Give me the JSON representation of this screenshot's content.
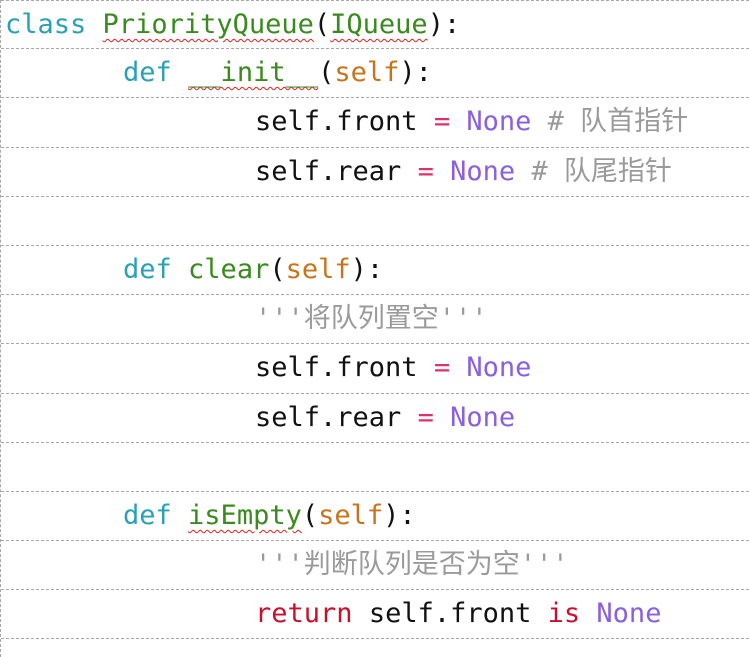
{
  "code": {
    "l1": {
      "kw": "class",
      "name": "PriorityQueue",
      "open": "(",
      "base": "IQueue",
      "close": "):"
    },
    "l2": {
      "kw": "def",
      "name": "__init__",
      "open": "(",
      "param": "self",
      "close": "):"
    },
    "l3": {
      "target": "self.front",
      "op": "=",
      "value": "None",
      "comment": "# 队首指针"
    },
    "l4": {
      "target": "self.rear",
      "op": "=",
      "value": "None",
      "comment": "# 队尾指针"
    },
    "l6": {
      "kw": "def",
      "name": "clear",
      "open": "(",
      "param": "self",
      "close": "):"
    },
    "l7": {
      "doc": "'''将队列置空'''"
    },
    "l8": {
      "target": "self.front",
      "op": "=",
      "value": "None"
    },
    "l9": {
      "target": "self.rear",
      "op": "=",
      "value": "None"
    },
    "l11": {
      "kw": "def",
      "name": "isEmpty",
      "open": "(",
      "param": "self",
      "close": "):"
    },
    "l12": {
      "doc": "'''判断队列是否为空'''"
    },
    "l13": {
      "kw": "return",
      "expr": "self.front",
      "is": "is",
      "value": "None"
    }
  }
}
